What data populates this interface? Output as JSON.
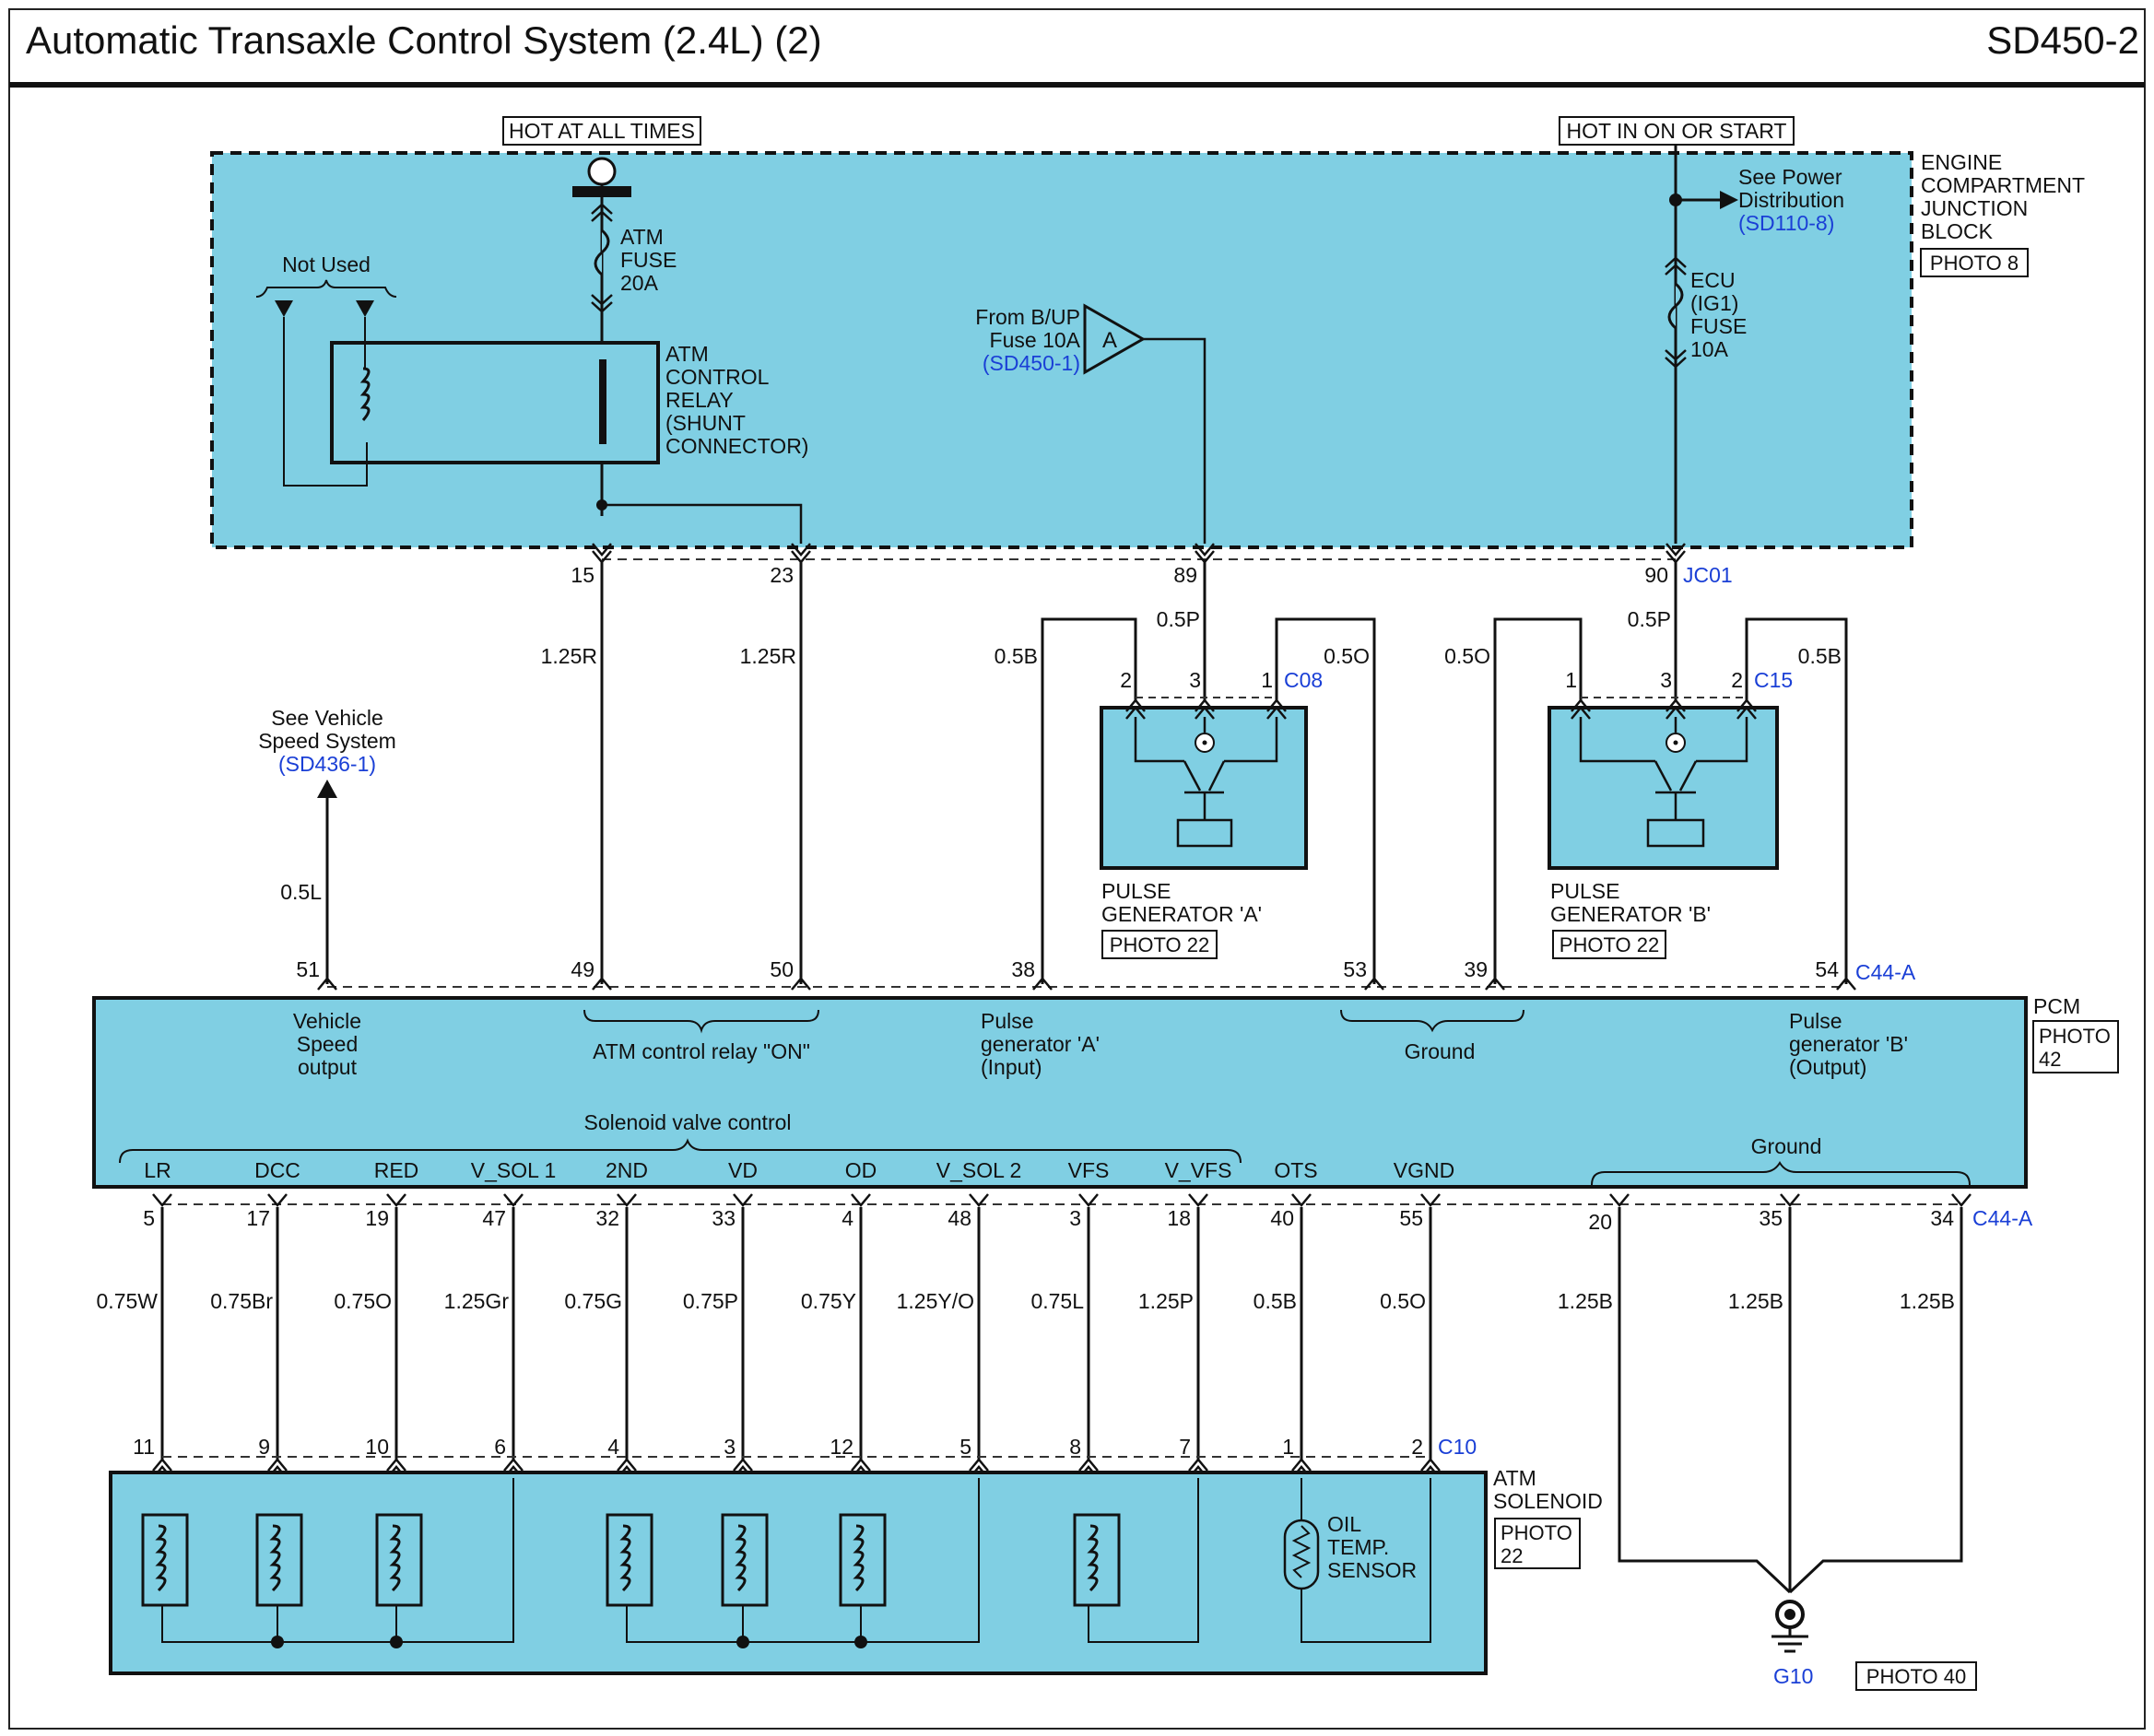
{
  "header": {
    "title": "Automatic Transaxle Control System (2.4L) (2)",
    "code": "SD450-2"
  },
  "colors": {
    "box_fill": "#80cfe3",
    "ref_text": "#1a3fd6",
    "line": "#111111"
  },
  "junction_block": {
    "hot_at_all_times": "HOT AT ALL TIMES",
    "hot_in_on_or_start": "HOT IN ON OR START",
    "name": [
      "ENGINE",
      "COMPARTMENT",
      "JUNCTION",
      "BLOCK"
    ],
    "photo": "PHOTO 8",
    "not_used": "Not Used",
    "atm_fuse": [
      "ATM",
      "FUSE",
      "20A"
    ],
    "relay": [
      "ATM",
      "CONTROL",
      "RELAY",
      "(SHUNT",
      "CONNECTOR)"
    ],
    "from_bup": [
      "From B/UP",
      "Fuse 10A"
    ],
    "from_bup_ref": "(SD450-1)",
    "connector_a": "A",
    "see_power": [
      "See Power",
      "Distribution"
    ],
    "see_power_ref": "(SD110-8)",
    "ecu_fuse": [
      "ECU",
      "(IG1)",
      "FUSE",
      "10A"
    ],
    "connector": "JC01",
    "pins": [
      "15",
      "23",
      "89",
      "90"
    ]
  },
  "vehicle_speed": {
    "text": [
      "See Vehicle",
      "Speed System"
    ],
    "ref": "(SD436-1)",
    "wire": "0.5L"
  },
  "middle_wires": {
    "w15": "1.25R",
    "w23": "1.25R",
    "p89": "0.5P",
    "p90": "0.5P",
    "pgA_left": "0.5B",
    "pgA_right": "0.5O",
    "pgB_left": "0.5O",
    "pgB_right": "0.5B"
  },
  "pulse_gen_a": {
    "name": [
      "PULSE",
      "GENERATOR 'A'"
    ],
    "photo": "PHOTO 22",
    "connector": "C08",
    "pins": [
      "2",
      "3",
      "1"
    ]
  },
  "pulse_gen_b": {
    "name": [
      "PULSE",
      "GENERATOR 'B'"
    ],
    "photo": "PHOTO 22",
    "connector": "C15",
    "pins": [
      "1",
      "3",
      "2"
    ]
  },
  "pcm": {
    "name": "PCM",
    "photo": [
      "PHOTO",
      "42"
    ],
    "top_connector": "C44-A",
    "top_pins": [
      "51",
      "49",
      "50",
      "38",
      "53",
      "39",
      "54"
    ],
    "vehicle_speed_output": [
      "Vehicle",
      "Speed",
      "output"
    ],
    "atm_relay_on": "ATM control relay \"ON\"",
    "pulse_a_input": [
      "Pulse",
      "generator 'A'",
      "(Input)"
    ],
    "ground_top": "Ground",
    "pulse_b_output": [
      "Pulse",
      "generator 'B'",
      "(Output)"
    ],
    "solenoid_valve_control": "Solenoid valve control",
    "ground_bottom": "Ground",
    "bottom_labels": [
      "LR",
      "DCC",
      "RED",
      "V_SOL 1",
      "2ND",
      "VD",
      "OD",
      "V_SOL 2",
      "VFS",
      "V_VFS",
      "OTS",
      "VGND"
    ],
    "bottom_pins": [
      "5",
      "17",
      "19",
      "47",
      "32",
      "33",
      "4",
      "48",
      "3",
      "18",
      "40",
      "55",
      "20",
      "35",
      "34"
    ],
    "bottom_connector": "C44-A"
  },
  "bottom_wires": [
    "0.75W",
    "0.75Br",
    "0.75O",
    "1.25Gr",
    "0.75G",
    "0.75P",
    "0.75Y",
    "1.25Y/O",
    "0.75L",
    "1.25P",
    "0.5B",
    "0.5O",
    "1.25B",
    "1.25B",
    "1.25B"
  ],
  "atm_solenoid": {
    "name": [
      "ATM",
      "SOLENOID"
    ],
    "photo": [
      "PHOTO",
      "22"
    ],
    "connector": "C10",
    "pins": [
      "11",
      "9",
      "10",
      "6",
      "4",
      "3",
      "12",
      "5",
      "8",
      "7",
      "1",
      "2"
    ],
    "sensor": [
      "OIL",
      "TEMP.",
      "SENSOR"
    ]
  },
  "ground": {
    "name": "G10",
    "photo": "PHOTO 40"
  }
}
